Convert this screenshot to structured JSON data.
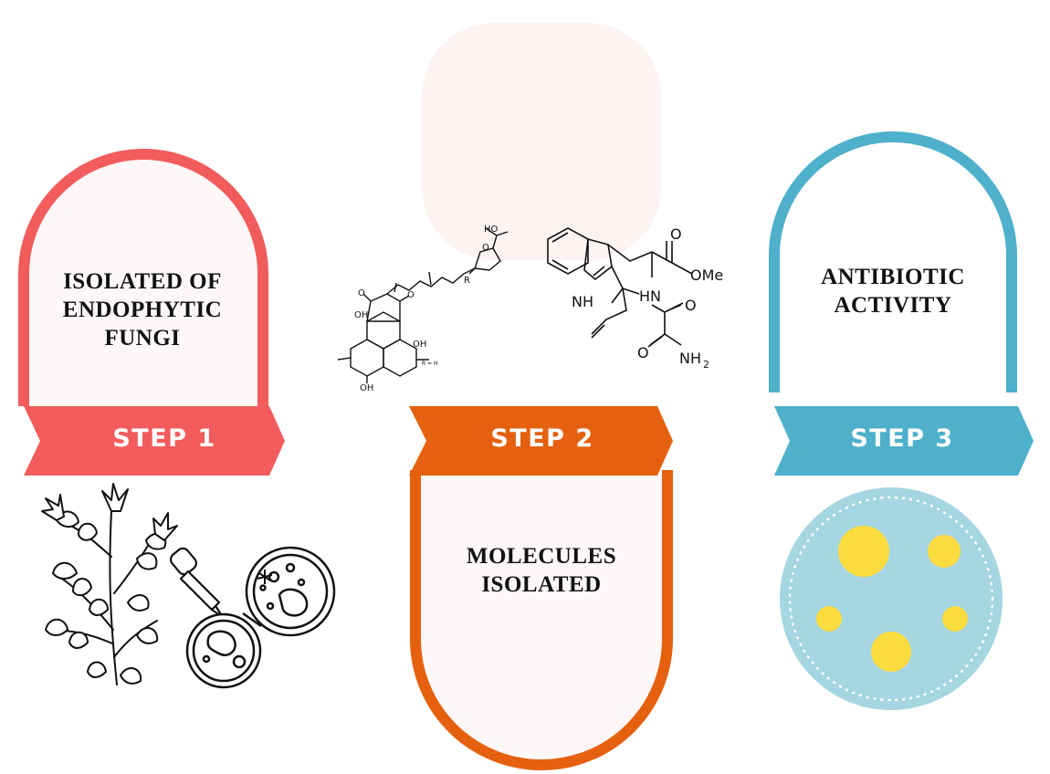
{
  "colors": {
    "step1": "#f25c5c",
    "step2": "#e5600f",
    "step3": "#4eb0cb",
    "arch_fill": "#fdf7f7",
    "dish_fill": "#a6d6e2",
    "colony": "#fcdc3f",
    "ghost_fill": "#fdf3f3"
  },
  "steps": [
    {
      "label": "STEP 1",
      "title_lines": [
        "ISOLATED OF",
        "ENDOPHYTIC",
        "FUNGI"
      ],
      "illustration": "plant-and-petri-dish-icon"
    },
    {
      "label": "STEP 2",
      "title_lines": [
        "MOLECULES",
        "ISOLATED"
      ],
      "illustration": "chemical-structures-icon"
    },
    {
      "label": "STEP 3",
      "title_lines": [
        "ANTIBIOTIC",
        "ACTIVITY"
      ],
      "illustration": "agar-plate-icon"
    }
  ],
  "molecule_labels": {
    "ho_top": "HO",
    "oh_left": "OH",
    "oh_bottom": "OH",
    "oh_right": "OH",
    "o_left": "O",
    "o_right": "O",
    "o_ring": "O",
    "r": "R",
    "r_note": "R = H",
    "ome": "OMe",
    "nh_indole": "NH",
    "hn": "HN",
    "o_ester": "O",
    "o_amide1": "O",
    "o_amide2": "O",
    "nh2": "NH",
    "nh2_sub": "2"
  }
}
